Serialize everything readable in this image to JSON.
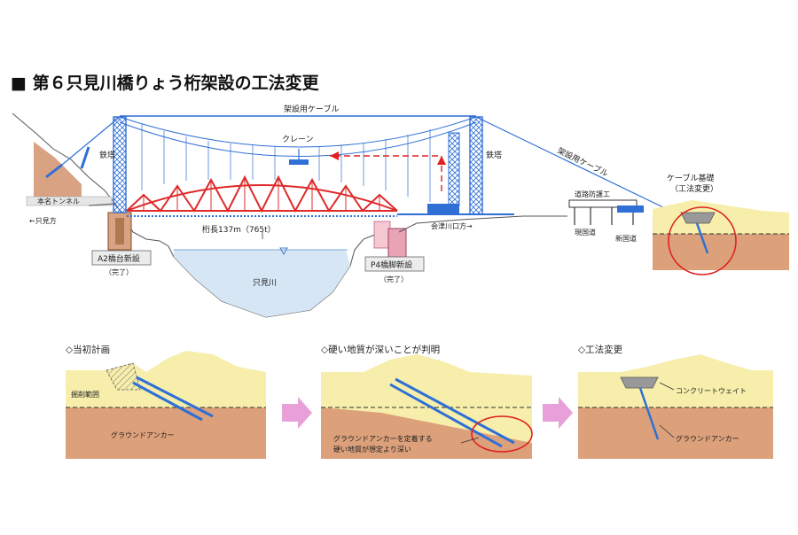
{
  "title": "■ 第６只見川橋りょう桁架設の工法変更",
  "top": {
    "cable_label_top": "架設用ケーブル",
    "cable_label_right": "架設用ケーブル",
    "tower_left": "鉄塔",
    "tower_right": "鉄塔",
    "crane": "クレーン",
    "tunnel": "本名トンネル",
    "to_tadami": "←只見方",
    "span": "桁長137m（765t）",
    "to_aizu": "会津川口方→",
    "a2_label": "A2橋台新設",
    "a2_status": "（完了）",
    "p4_label": "P4橋脚新設",
    "p4_status": "（完了）",
    "river": "只見川",
    "road_protection": "道路防護工",
    "current_road": "現国道",
    "new_road": "新国道",
    "cable_foundation": "ケーブル基礎",
    "cable_foundation_note": "（工法変更）"
  },
  "panels": {
    "p1_title": "◇当初計画",
    "p1_excavation": "掘削範囲",
    "p1_anchor": "グラウンドアンカー",
    "p2_title": "◇硬い地質が深いことが判明",
    "p2_note_line1": "グラウンドアンカーを定着する",
    "p2_note_line2": "硬い地質が想定より深い",
    "p3_title": "◇工法変更",
    "p3_concrete": "コンクリートウェイト",
    "p3_anchor": "グラウンドアンカー"
  },
  "colors": {
    "truss": "#e02a2a",
    "cable": "#2f6fd6",
    "soil_upper": "#f6eeaa",
    "soil_lower": "#dca07a",
    "water": "#d6e6f5",
    "highlight": "#e02020",
    "arrow": "#e8a0d8"
  }
}
